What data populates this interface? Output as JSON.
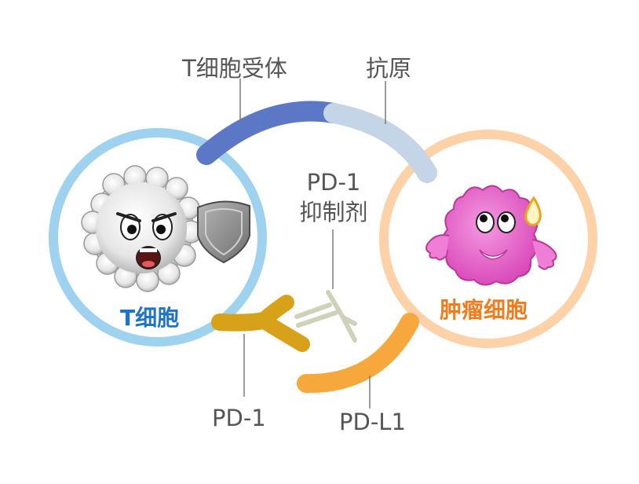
{
  "labels": {
    "t_cell_receptor": "T细胞受体",
    "antigen": "抗原",
    "inhibitor_line1": "PD-1",
    "inhibitor_line2": "抑制剂",
    "t_cell": "T细胞",
    "tumor_cell": "肿瘤细胞",
    "pd1": "PD-1",
    "pdl1": "PD-L1"
  },
  "colors": {
    "t_cell_ring": "#9fd2ee",
    "tumor_ring": "#fdd2a8",
    "receptor_arc": "#5b77c6",
    "antigen_arc": "#c4d5e8",
    "pd1": "#d7a21a",
    "pdl1": "#f6a83d",
    "inhibitor": "#cfd1b8",
    "t_cell_text": "#1f74c8",
    "tumor_text": "#f07c1e",
    "label_text": "#555555",
    "leader_line": "#7a7a7a",
    "tumor_body": "#e25bc5",
    "shield": "#8e8e8e"
  },
  "icons": [
    "t-cell-character",
    "tumor-cell-character",
    "shield-icon",
    "sweat-drop-icon",
    "antibody-icon"
  ]
}
